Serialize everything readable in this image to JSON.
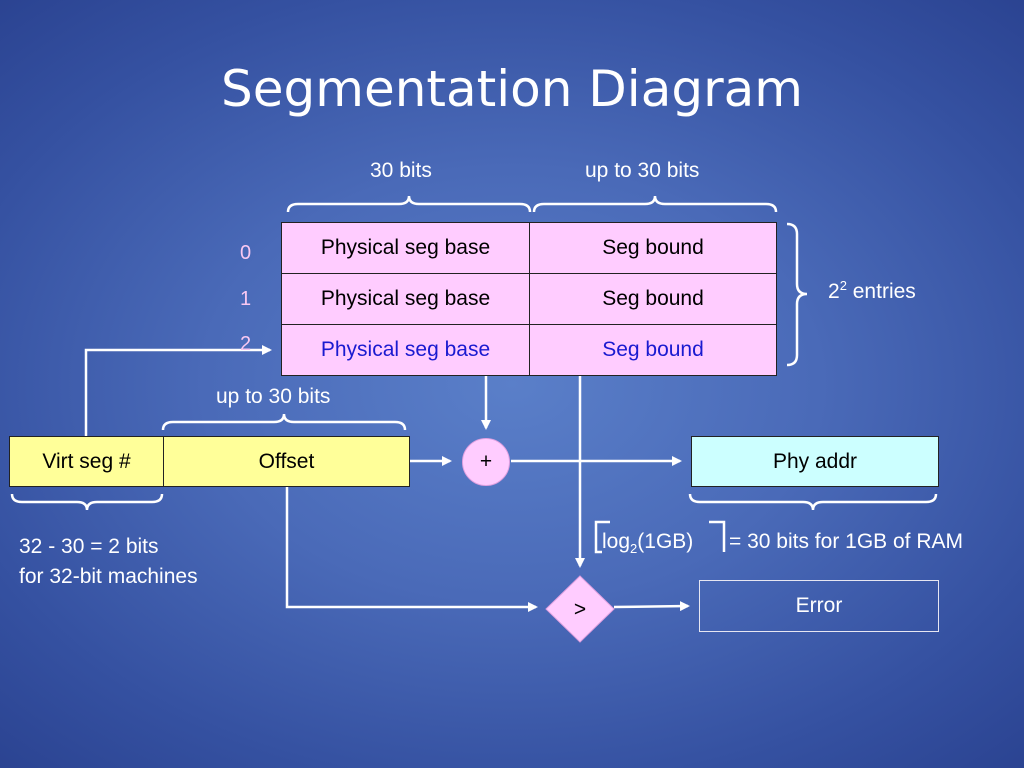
{
  "title": "Segmentation Diagram",
  "labels": {
    "base_width": "30 bits",
    "bound_width": "up to 30 bits",
    "offset_width": "up to 30 bits",
    "entries_base": "2",
    "entries_exp": "2",
    "entries_suffix": " entries",
    "virt_note_line1": "32 - 30 = 2 bits",
    "virt_note_line2": "for 32-bit machines",
    "log_prefix": "log",
    "log_sub": "2",
    "log_arg": "(1GB)",
    "log_suffix": "= 30 bits for 1GB of RAM"
  },
  "segment_table": {
    "rows": [
      {
        "index": "0",
        "base": "Physical seg base",
        "bound": "Seg bound",
        "highlight": false
      },
      {
        "index": "1",
        "base": "Physical seg base",
        "bound": "Seg bound",
        "highlight": false
      },
      {
        "index": "2",
        "base": "Physical seg base",
        "bound": "Seg bound",
        "highlight": true
      }
    ]
  },
  "virtual_address": {
    "seg_label": "Virt seg #",
    "offset_label": "Offset"
  },
  "operators": {
    "add": "+",
    "compare": ">"
  },
  "outputs": {
    "phy_addr": "Phy addr",
    "error": "Error"
  },
  "colors": {
    "table_fill": "#ffccff",
    "highlight_text": "#1a1ad0",
    "virt_fill": "#ffff99",
    "phy_fill": "#ccffff",
    "index_text": "#f9c8f2"
  }
}
